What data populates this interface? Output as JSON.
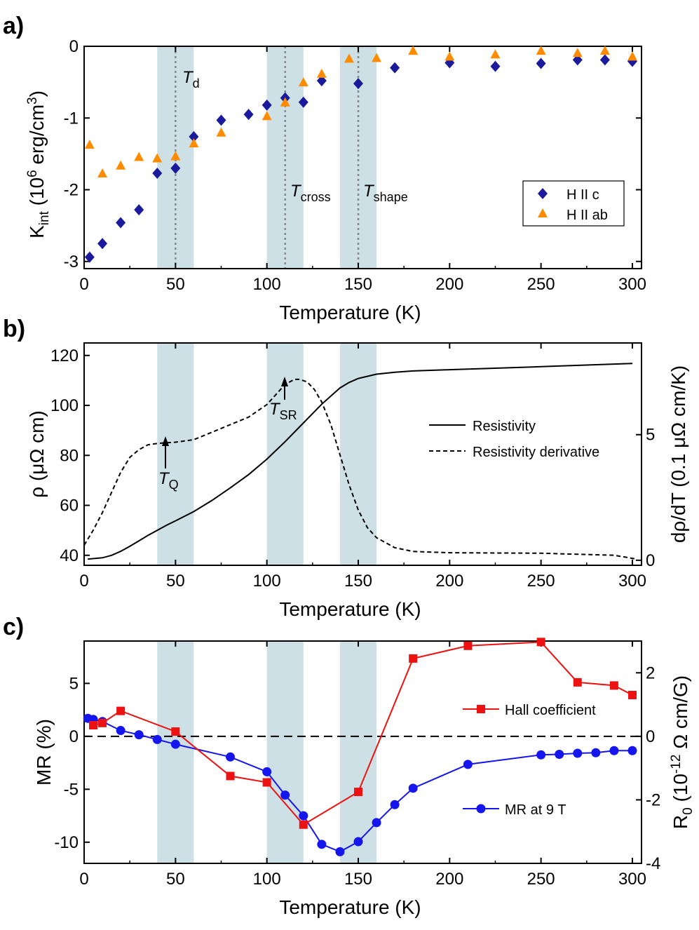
{
  "chart_data": [
    {
      "panel": "a)",
      "type": "scatter",
      "xlabel": "Temperature (K)",
      "ylabel": "K_int (10^6 erg/cm^3)",
      "xlim": [
        0,
        305
      ],
      "ylim": [
        -3.1,
        0
      ],
      "xticks": [
        0,
        50,
        100,
        150,
        200,
        250,
        300
      ],
      "yticks": [
        0,
        -1,
        -2,
        -3
      ],
      "shaded_bands": [
        [
          40,
          60
        ],
        [
          100,
          120
        ],
        [
          140,
          160
        ]
      ],
      "vlines": [
        50,
        110,
        150
      ],
      "annotations": [
        {
          "text": "T",
          "sub": "d",
          "x": 50
        },
        {
          "text": "T",
          "sub": "cross",
          "x": 110
        },
        {
          "text": "T",
          "sub": "shape",
          "x": 150
        }
      ],
      "legend_position": "bottom-right",
      "series": [
        {
          "name": "H II c",
          "marker": "diamond",
          "color": "#1a1a9c",
          "x": [
            3,
            10,
            20,
            30,
            40,
            50,
            60,
            75,
            90,
            100,
            110,
            120,
            130,
            150,
            170,
            200,
            225,
            250,
            270,
            285,
            300
          ],
          "y": [
            -2.94,
            -2.75,
            -2.46,
            -2.28,
            -1.77,
            -1.7,
            -1.26,
            -1.03,
            -0.95,
            -0.82,
            -0.72,
            -0.78,
            -0.48,
            -0.52,
            -0.3,
            -0.23,
            -0.28,
            -0.24,
            -0.19,
            -0.19,
            -0.21
          ]
        },
        {
          "name": "H II ab",
          "marker": "triangle",
          "color": "#ff8c00",
          "x": [
            3,
            10,
            20,
            30,
            40,
            50,
            60,
            75,
            100,
            110,
            120,
            130,
            145,
            160,
            180,
            200,
            225,
            250,
            270,
            285,
            300
          ],
          "y": [
            -1.38,
            -1.78,
            -1.67,
            -1.55,
            -1.57,
            -1.54,
            -1.36,
            -1.21,
            -0.98,
            -0.79,
            -0.51,
            -0.39,
            -0.18,
            -0.17,
            -0.07,
            -0.15,
            -0.12,
            -0.07,
            -0.1,
            -0.07,
            -0.15
          ]
        }
      ]
    },
    {
      "panel": "b)",
      "type": "line",
      "xlabel": "Temperature (K)",
      "ylabel": "ρ (μΩ cm)",
      "ylabel_right": "dρ/dT (0.1 μΩ cm/K)",
      "xlim": [
        0,
        305
      ],
      "ylim": [
        36,
        125
      ],
      "ylim_right": [
        -0.2,
        8.65
      ],
      "xticks": [
        0,
        50,
        100,
        150,
        200,
        250,
        300
      ],
      "yticks": [
        40,
        60,
        80,
        100,
        120
      ],
      "yticks_right": [
        0,
        5
      ],
      "shaded_bands": [
        [
          40,
          60
        ],
        [
          100,
          120
        ],
        [
          140,
          160
        ]
      ],
      "annotations": [
        {
          "text": "T",
          "sub": "Q",
          "x": 45
        },
        {
          "text": "T",
          "sub": "SR",
          "x": 110
        }
      ],
      "legend_position": "right",
      "series": [
        {
          "name": "Resistivity",
          "style": "solid",
          "axis": "left",
          "x": [
            2,
            10,
            15,
            20,
            25,
            30,
            35,
            40,
            45,
            50,
            60,
            70,
            80,
            90,
            100,
            110,
            120,
            130,
            140,
            145,
            150,
            160,
            170,
            180,
            200,
            250,
            300
          ],
          "y": [
            38.5,
            39.0,
            40.0,
            41.6,
            43.6,
            45.8,
            48.0,
            50.0,
            52.0,
            53.8,
            57.5,
            62.0,
            67.0,
            72.3,
            78.5,
            85.5,
            93.0,
            100.5,
            107.0,
            109.2,
            110.8,
            112.5,
            113.3,
            113.8,
            114.3,
            115.5,
            116.8
          ]
        },
        {
          "name": "Resistivity derivative",
          "style": "dashed",
          "axis": "right",
          "x": [
            0,
            5,
            10,
            15,
            20,
            25,
            30,
            35,
            40,
            45,
            50,
            60,
            70,
            80,
            90,
            100,
            105,
            110,
            115,
            118,
            122,
            126,
            130,
            135,
            140,
            145,
            150,
            155,
            160,
            170,
            180,
            200,
            250,
            290,
            302
          ],
          "y": [
            0.6,
            1.2,
            1.9,
            2.7,
            3.5,
            4.1,
            4.4,
            4.6,
            4.65,
            4.68,
            4.7,
            4.8,
            5.1,
            5.4,
            5.7,
            6.2,
            6.6,
            7.0,
            7.2,
            7.2,
            7.1,
            6.8,
            6.3,
            5.4,
            4.2,
            3.0,
            2.0,
            1.3,
            0.9,
            0.5,
            0.35,
            0.3,
            0.28,
            0.2,
            0.05
          ]
        }
      ]
    },
    {
      "panel": "c)",
      "type": "line",
      "xlabel": "Temperature (K)",
      "ylabel": "MR (%)",
      "ylabel_right": "R_0 (10^-12 Ω cm/G)",
      "xlim": [
        0,
        305
      ],
      "ylim": [
        -12,
        9
      ],
      "ylim_right": [
        -4,
        3
      ],
      "xticks": [
        0,
        50,
        100,
        150,
        200,
        250,
        300
      ],
      "yticks": [
        5,
        0,
        -5,
        -10
      ],
      "yticks_right": [
        2,
        0,
        -2,
        -4
      ],
      "zero_line": true,
      "shaded_bands": [
        [
          40,
          60
        ],
        [
          100,
          120
        ],
        [
          140,
          160
        ]
      ],
      "series": [
        {
          "name": "Hall coefficient",
          "marker": "square",
          "color": "#ee1111",
          "axis": "right",
          "x": [
            5,
            10,
            20,
            50,
            80,
            100,
            120,
            150,
            180,
            210,
            250,
            270,
            290,
            300
          ],
          "y": [
            0.35,
            0.42,
            0.8,
            0.15,
            -1.25,
            -1.45,
            -2.78,
            -1.75,
            2.45,
            2.85,
            2.97,
            1.7,
            1.6,
            1.3
          ]
        },
        {
          "name": "MR at 9 T",
          "marker": "circle",
          "color": "#1515ee",
          "axis": "left",
          "x": [
            2,
            5,
            10,
            20,
            30,
            40,
            50,
            80,
            100,
            110,
            120,
            130,
            140,
            150,
            160,
            170,
            180,
            210,
            250,
            260,
            270,
            280,
            290,
            300
          ],
          "y": [
            1.7,
            1.6,
            1.4,
            0.55,
            0.15,
            -0.3,
            -0.75,
            -1.95,
            -3.35,
            -5.55,
            -7.5,
            -10.2,
            -10.9,
            -9.95,
            -8.15,
            -6.45,
            -4.9,
            -2.65,
            -1.75,
            -1.7,
            -1.6,
            -1.55,
            -1.35,
            -1.35
          ]
        }
      ]
    }
  ]
}
